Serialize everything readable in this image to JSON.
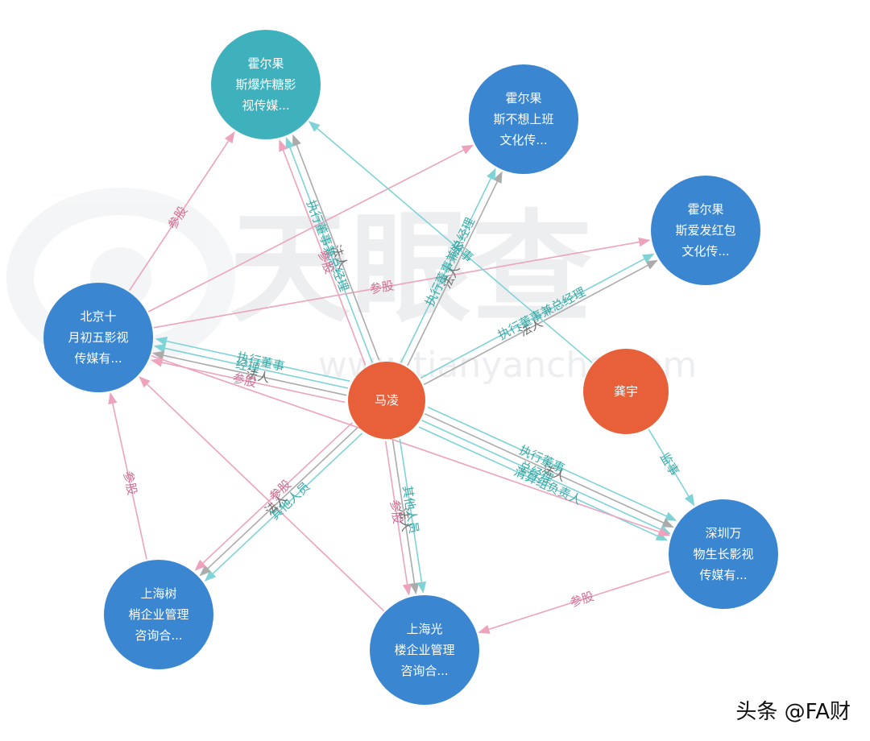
{
  "colors": {
    "person": "#E8603A",
    "company": "#3A86D0",
    "company_teal": "#3FB1BD",
    "edge_pink": "#EDA3BC",
    "edge_gray": "#ABABAB",
    "edge_teal": "#7FD3D7",
    "label_pink": "#D06F94",
    "label_gray": "#6F6F6F",
    "label_teal": "#3AAAA6"
  },
  "watermark": {
    "brand": "天眼查",
    "url": "www.tianyancha.com"
  },
  "credit": "头条 @FA财",
  "nodes": [
    {
      "id": "ma_ling",
      "kind": "person",
      "lines": [
        "马凌"
      ]
    },
    {
      "id": "gong_yu",
      "kind": "person",
      "lines": [
        "龚宇"
      ]
    },
    {
      "id": "baozha",
      "kind": "company_teal",
      "lines": [
        "霍尔果",
        "斯爆炸糖影",
        "视传媒..."
      ]
    },
    {
      "id": "buxiang",
      "kind": "company",
      "lines": [
        "霍尔果",
        "斯不想上班",
        "文化传..."
      ]
    },
    {
      "id": "aifa",
      "kind": "company",
      "lines": [
        "霍尔果",
        "斯爱发红包",
        "文化传..."
      ]
    },
    {
      "id": "beijing",
      "kind": "company",
      "lines": [
        "北京十",
        "月初五影视",
        "传媒有..."
      ]
    },
    {
      "id": "shenzhen",
      "kind": "company",
      "lines": [
        "深圳万",
        "物生长影视",
        "传媒有..."
      ]
    },
    {
      "id": "shushao",
      "kind": "company",
      "lines": [
        "上海树",
        "梢企业管理",
        "咨询合..."
      ]
    },
    {
      "id": "guanglou",
      "kind": "company",
      "lines": [
        "上海光",
        "楼企业管理",
        "咨询合..."
      ]
    }
  ],
  "edges": [
    {
      "from": "beijing",
      "to": "baozha",
      "type": "pink",
      "label": "参股"
    },
    {
      "from": "beijing",
      "to": "buxiang",
      "type": "pink",
      "label": ""
    },
    {
      "from": "beijing",
      "to": "aifa",
      "type": "pink",
      "label": "参股"
    },
    {
      "from": "ma_ling",
      "to": "baozha",
      "type": "gray",
      "label": "法人"
    },
    {
      "from": "ma_ling",
      "to": "baozha",
      "type": "teal",
      "label": "执行董事兼总经理"
    },
    {
      "from": "ma_ling",
      "to": "baozha",
      "type": "pink",
      "label": "参股"
    },
    {
      "from": "ma_ling",
      "to": "buxiang",
      "type": "gray",
      "label": "法人"
    },
    {
      "from": "ma_ling",
      "to": "buxiang",
      "type": "teal",
      "label": "执行董事兼总经理"
    },
    {
      "from": "ma_ling",
      "to": "aifa",
      "type": "gray",
      "label": "法人"
    },
    {
      "from": "ma_ling",
      "to": "aifa",
      "type": "teal",
      "label": "执行董事兼总经理"
    },
    {
      "from": "gong_yu",
      "to": "baozha",
      "type": "teal",
      "label": "监事"
    },
    {
      "from": "ma_ling",
      "to": "beijing",
      "type": "teal",
      "label": "执行董事"
    },
    {
      "from": "ma_ling",
      "to": "beijing",
      "type": "teal",
      "label": "经理"
    },
    {
      "from": "ma_ling",
      "to": "beijing",
      "type": "gray",
      "label": "法人"
    },
    {
      "from": "ma_ling",
      "to": "beijing",
      "type": "pink",
      "label": "参股"
    },
    {
      "from": "shushao",
      "to": "beijing",
      "type": "pink",
      "label": "参股"
    },
    {
      "from": "guanglou",
      "to": "beijing",
      "type": "pink",
      "label": ""
    },
    {
      "from": "ma_ling",
      "to": "shenzhen",
      "type": "teal",
      "label": "执行董事"
    },
    {
      "from": "ma_ling",
      "to": "shenzhen",
      "type": "gray",
      "label": "法人"
    },
    {
      "from": "ma_ling",
      "to": "shenzhen",
      "type": "teal",
      "label": "总经理"
    },
    {
      "from": "ma_ling",
      "to": "shenzhen",
      "type": "teal",
      "label": "清算组负责人"
    },
    {
      "from": "beijing",
      "to": "shenzhen",
      "type": "pink",
      "label": ""
    },
    {
      "from": "gong_yu",
      "to": "shenzhen",
      "type": "teal",
      "label": "监事"
    },
    {
      "from": "ma_ling",
      "to": "shushao",
      "type": "teal",
      "label": "其他人员"
    },
    {
      "from": "ma_ling",
      "to": "shushao",
      "type": "gray",
      "label": "法人"
    },
    {
      "from": "ma_ling",
      "to": "shushao",
      "type": "pink",
      "label": "参股"
    },
    {
      "from": "ma_ling",
      "to": "guanglou",
      "type": "pink",
      "label": "参股"
    },
    {
      "from": "ma_ling",
      "to": "guanglou",
      "type": "gray",
      "label": "法人"
    },
    {
      "from": "ma_ling",
      "to": "guanglou",
      "type": "teal",
      "label": "其他人员"
    },
    {
      "from": "shenzhen",
      "to": "guanglou",
      "type": "pink",
      "label": "参股"
    }
  ]
}
